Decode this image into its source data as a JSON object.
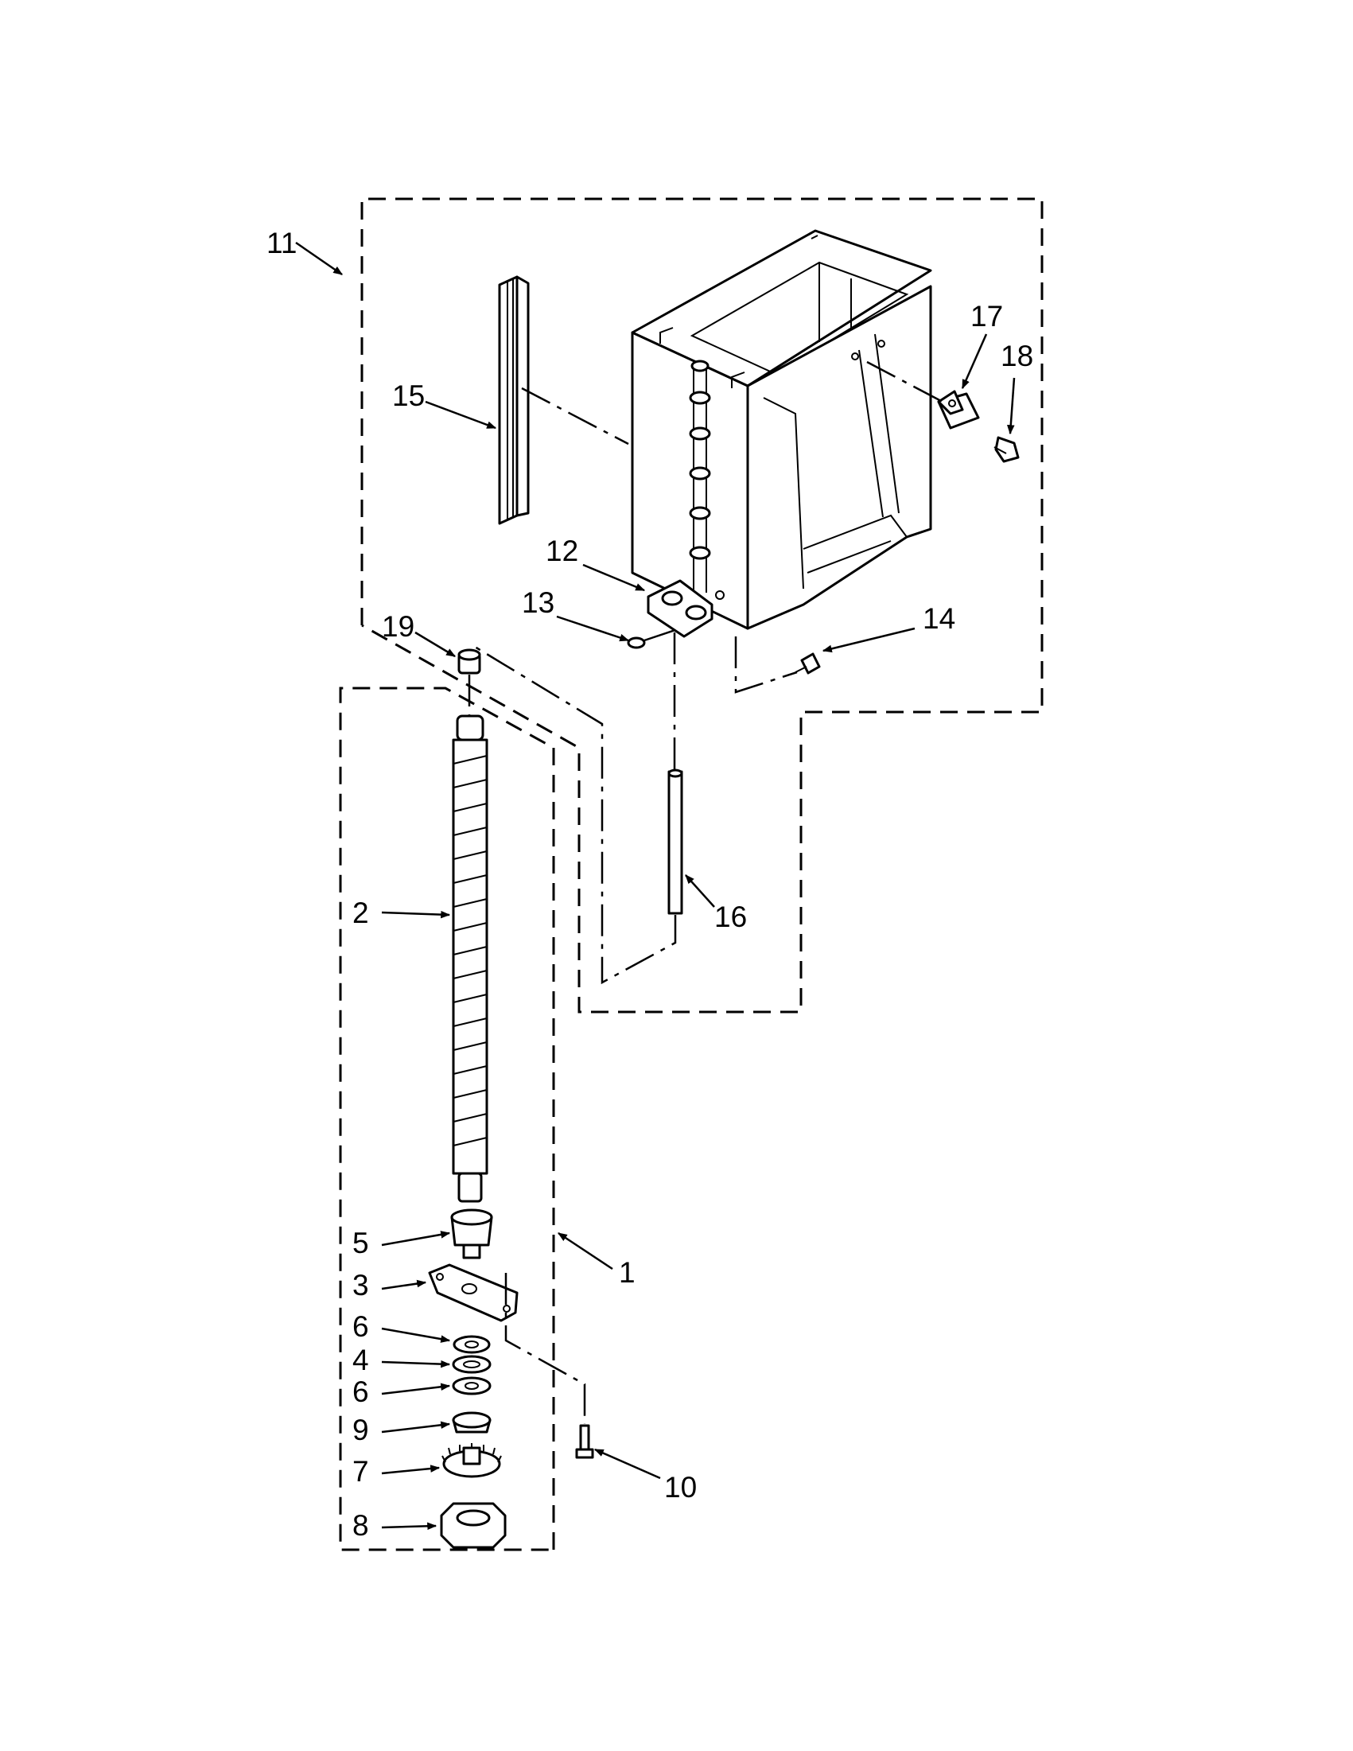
{
  "diagram": {
    "callouts": [
      {
        "id": "11",
        "text": "11"
      },
      {
        "id": "15",
        "text": "15"
      },
      {
        "id": "17",
        "text": "17"
      },
      {
        "id": "18",
        "text": "18"
      },
      {
        "id": "12",
        "text": "12"
      },
      {
        "id": "13",
        "text": "13"
      },
      {
        "id": "14",
        "text": "14"
      },
      {
        "id": "19",
        "text": "19"
      },
      {
        "id": "16",
        "text": "16"
      },
      {
        "id": "2",
        "text": "2"
      },
      {
        "id": "5",
        "text": "5"
      },
      {
        "id": "1",
        "text": "1"
      },
      {
        "id": "3",
        "text": "3"
      },
      {
        "id": "6a",
        "text": "6"
      },
      {
        "id": "4",
        "text": "4"
      },
      {
        "id": "6b",
        "text": "6"
      },
      {
        "id": "9",
        "text": "9"
      },
      {
        "id": "7",
        "text": "7"
      },
      {
        "id": "10",
        "text": "10"
      },
      {
        "id": "8",
        "text": "8"
      }
    ]
  }
}
